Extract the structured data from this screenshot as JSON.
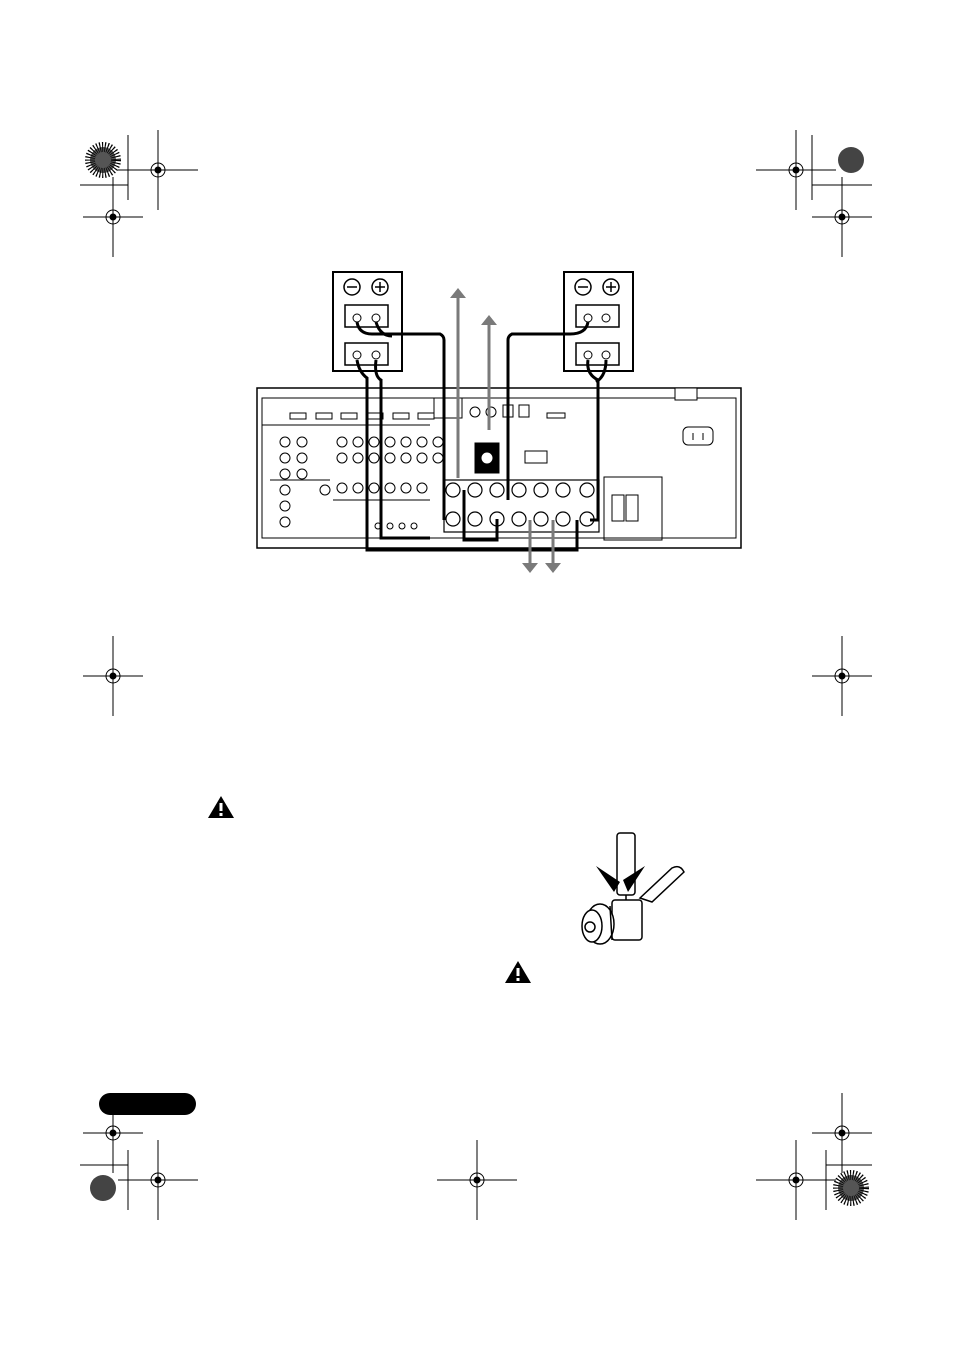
{
  "page": {
    "background": "#ffffff",
    "ink_color": "#000000",
    "arrow_color": "#7a7a7a"
  },
  "figures": [
    {
      "name": "speaker-wiring-diagram",
      "icons": [
        "speaker-terminal-icon",
        "receiver-rear-panel",
        "cable-arrow-icon"
      ]
    },
    {
      "name": "speaker-terminal-detail",
      "icons": [
        "screwdriver-icon",
        "binding-post-icon",
        "press-arrow-icon"
      ]
    }
  ],
  "warnings": [
    {
      "icon": "caution-triangle-icon"
    },
    {
      "icon": "caution-triangle-icon"
    }
  ],
  "page_tab": {
    "color": "#000000"
  }
}
